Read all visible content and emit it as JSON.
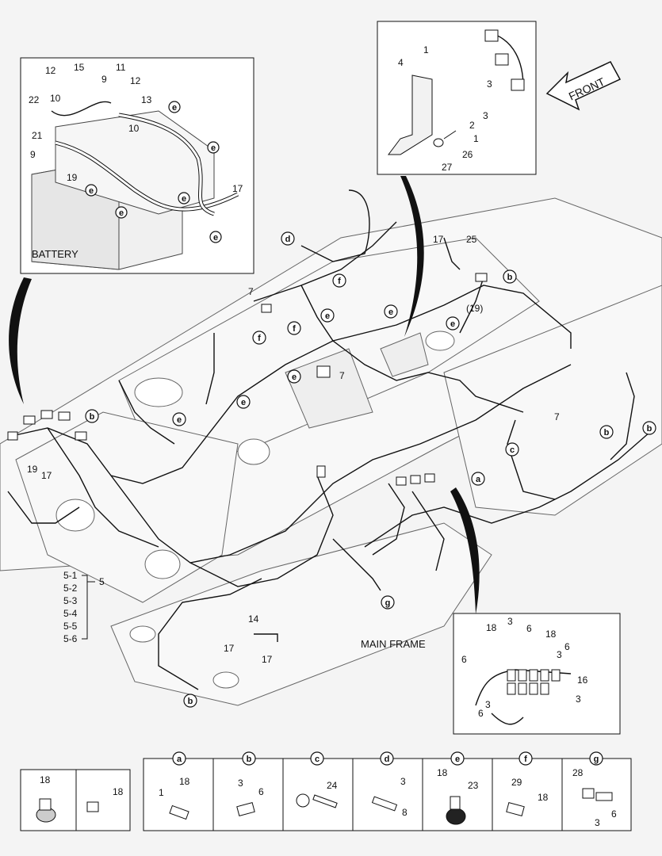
{
  "panels": {
    "battery": "BATTERY",
    "main_frame": "MAIN FRAME",
    "front": "FRONT"
  },
  "battery_labels": [
    "12",
    "15",
    "11",
    "9",
    "12",
    "22",
    "10",
    "13",
    "10",
    "21",
    "9",
    "19",
    "17",
    "e",
    "e",
    "e",
    "e",
    "e",
    "e"
  ],
  "bracket_labels": [
    "1",
    "4",
    "3",
    "3",
    "2",
    "1",
    "27",
    "26"
  ],
  "main_labels": {
    "l7a": "7",
    "l7b": "7",
    "l7c": "7",
    "l17": "17",
    "l25": "25",
    "l19p": "(19)",
    "l19": "19",
    "l17b": "17",
    "l51": "5-1",
    "l52": "5-2",
    "l53": "5-3",
    "l54": "5-4",
    "l55": "5-5",
    "l56": "5-6",
    "l5": "5",
    "l14": "14",
    "l17c": "17",
    "l17d": "17"
  },
  "callouts_main": {
    "d": "d",
    "f1": "f",
    "f2": "f",
    "f3": "f",
    "e1": "e",
    "e2": "e",
    "e3": "e",
    "e4": "e",
    "e5": "e",
    "e6": "e",
    "b1": "b",
    "b2": "b",
    "b3": "b",
    "b4": "b",
    "b5": "b",
    "c": "c",
    "a": "a",
    "g": "g"
  },
  "detail_labels": [
    "18",
    "3",
    "6",
    "18",
    "6",
    "6",
    "3",
    "16",
    "3",
    "3",
    "6"
  ],
  "legend": {
    "cells": [
      {
        "key": "a",
        "parts": [
          "1",
          "18"
        ]
      },
      {
        "key": "b",
        "parts": [
          "3",
          "6"
        ]
      },
      {
        "key": "c",
        "parts": [
          "24"
        ]
      },
      {
        "key": "d",
        "parts": [
          "3",
          "8"
        ]
      },
      {
        "key": "e",
        "parts": [
          "18",
          "23"
        ]
      },
      {
        "key": "f",
        "parts": [
          "29",
          "18"
        ]
      },
      {
        "key": "g",
        "parts": [
          "28",
          "6",
          "3"
        ]
      }
    ],
    "left_cells": [
      {
        "parts": [
          "18"
        ]
      },
      {
        "parts": [
          "18"
        ]
      }
    ]
  }
}
